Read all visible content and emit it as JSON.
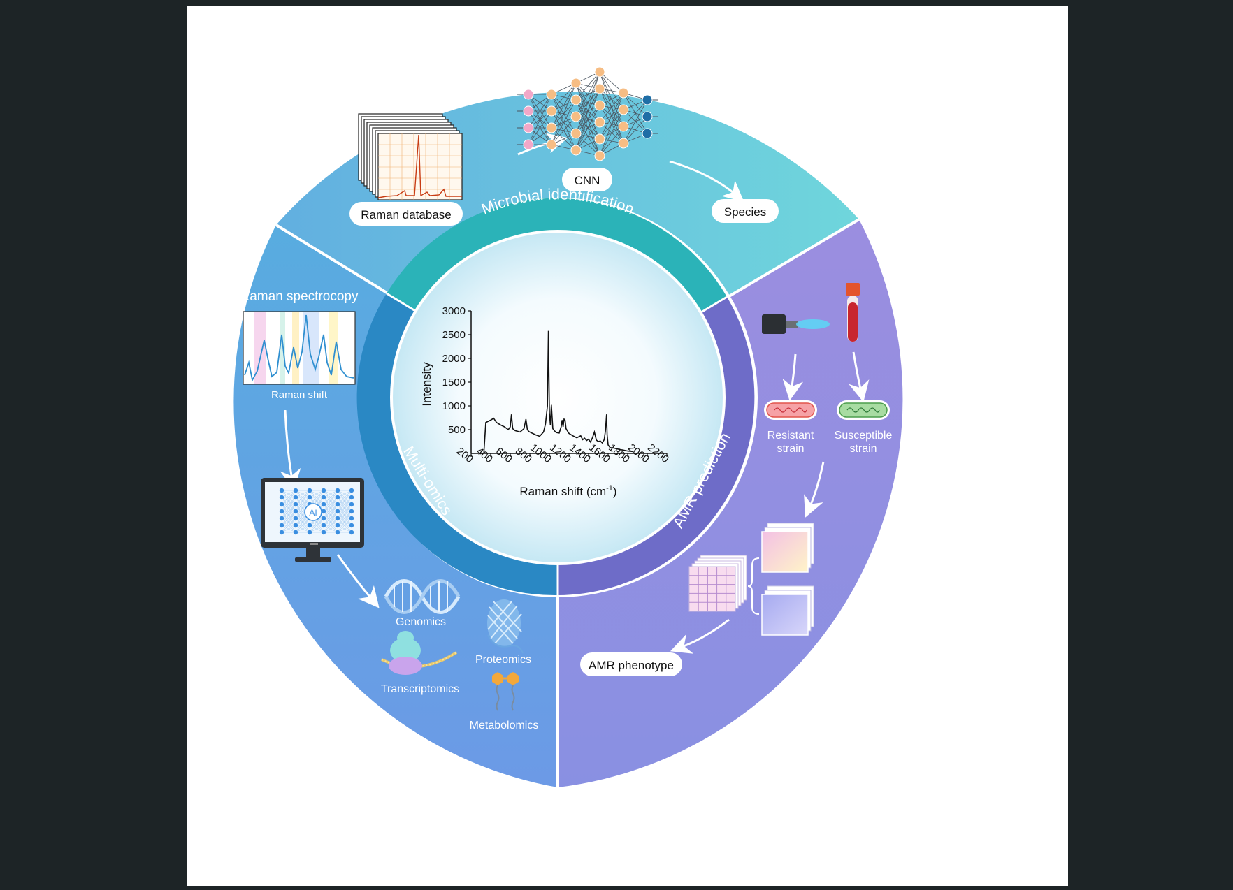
{
  "sections": {
    "microbial_identification": "Microbial identification",
    "multi_omics": "Multi-omics",
    "amr_prediction": "AMR prediction"
  },
  "microbial": {
    "raman_database": "Raman database",
    "cnn": "CNN",
    "species": "Species"
  },
  "multiomics": {
    "raman_spectroscopy": "Raman spectrocopy",
    "intensity": "Intensity",
    "raman_shift": "Raman shift",
    "ai": "AI",
    "genomics": "Genomics",
    "proteomics": "Proteomics",
    "transcriptomics": "Transcriptomics",
    "metabolomics": "Metabolomics"
  },
  "amr": {
    "resistant_line1": "Resistant",
    "resistant_line2": "strain",
    "susceptible_line1": "Susceptible",
    "susceptible_line2": "strain",
    "phenotype": "AMR phenotype"
  },
  "colors": {
    "microbial": "#6cc8dc",
    "multiomics": "#5aa6e0",
    "amr": "#9088dc",
    "inner_microbial": "#2bb3b8",
    "inner_multiomics": "#2a88c4",
    "inner_amr": "#6e6cc8"
  },
  "chart_data": {
    "type": "line",
    "xlabel": "Raman shift (cm",
    "xlabel_sup": "-1",
    "xlabel_close": ")",
    "ylabel": "Intensity",
    "xlim": [
      200,
      2200
    ],
    "ylim": [
      0,
      3000
    ],
    "xticks": [
      200,
      400,
      600,
      800,
      1000,
      1200,
      1400,
      1600,
      1800,
      2000,
      2200
    ],
    "yticks": [
      500,
      1000,
      1500,
      2000,
      2500,
      3000
    ],
    "series": [
      {
        "x": [
          330,
          350,
          400,
          430,
          460,
          500,
          540,
          580,
          600,
          612,
          625,
          650,
          700,
          740,
          760,
          775,
          790,
          820,
          860,
          900,
          940,
          960,
          980,
          990,
          1000,
          1010,
          1020,
          1035,
          1050,
          1070,
          1100,
          1120,
          1130,
          1140,
          1150,
          1160,
          1170,
          1200,
          1240,
          1280,
          1320,
          1340,
          1360,
          1380,
          1400,
          1420,
          1440,
          1460,
          1480,
          1500,
          1520,
          1540,
          1560,
          1572,
          1584,
          1590,
          1600,
          1620,
          1660,
          1700,
          1750,
          1800,
          1850
        ],
        "y": [
          0,
          650,
          700,
          740,
          650,
          600,
          560,
          500,
          560,
          820,
          520,
          480,
          450,
          520,
          720,
          500,
          460,
          430,
          390,
          360,
          450,
          620,
          1000,
          2580,
          850,
          600,
          1020,
          520,
          480,
          440,
          430,
          560,
          700,
          560,
          720,
          700,
          520,
          420,
          370,
          330,
          370,
          290,
          320,
          270,
          300,
          240,
          330,
          450,
          280,
          250,
          260,
          220,
          290,
          470,
          820,
          390,
          180,
          120,
          110,
          90,
          70,
          50,
          40
        ]
      }
    ]
  }
}
